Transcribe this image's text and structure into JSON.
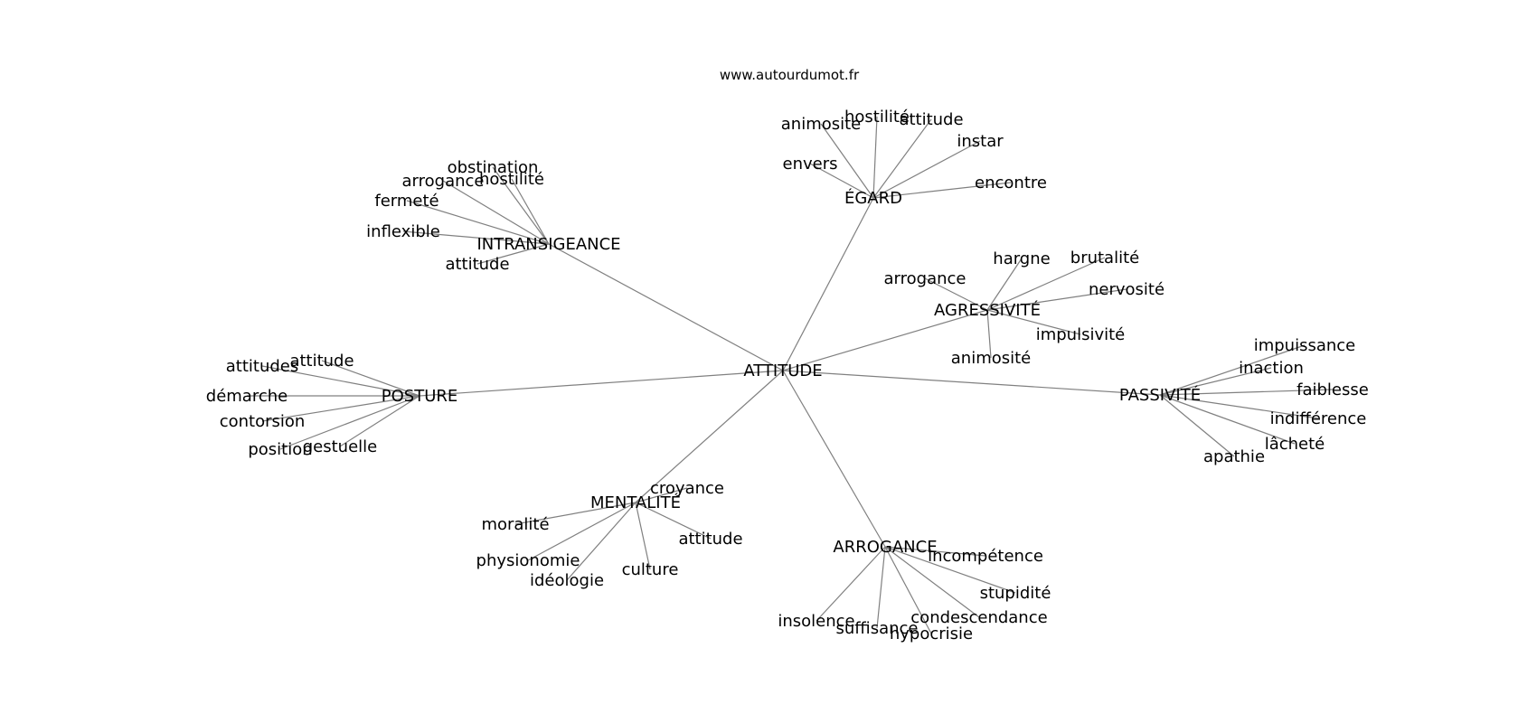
{
  "source": "www.autourdumot.fr",
  "root": "ATTITUDE",
  "groups": [
    {
      "label": "ÉGARD",
      "words": [
        "animosite",
        "hostilité",
        "attitude",
        "instar",
        "envers",
        "encontre"
      ]
    },
    {
      "label": "INTRANSIGEANCE",
      "words": [
        "obstination",
        "arrogance",
        "hostilité",
        "fermeté",
        "inflexible",
        "attitude"
      ]
    },
    {
      "label": "AGRESSIVITÉ",
      "words": [
        "hargne",
        "brutalité",
        "arrogance",
        "nervosité",
        "impulsivité",
        "animosité"
      ]
    },
    {
      "label": "POSTURE",
      "words": [
        "attitude",
        "attitudes",
        "démarche",
        "contorsion",
        "position",
        "gestuelle"
      ]
    },
    {
      "label": "PASSIVITÉ",
      "words": [
        "impuissance",
        "inaction",
        "faiblesse",
        "indifférence",
        "lâcheté",
        "apathie"
      ]
    },
    {
      "label": "MENTALITÉ",
      "words": [
        "croyance",
        "moralité",
        "attitude",
        "physionomie",
        "idéologie",
        "culture"
      ]
    },
    {
      "label": "ARROGANCE",
      "words": [
        "incompétence",
        "stupidité",
        "condescendance",
        "insolence",
        "suffisance",
        "hypocrisie"
      ]
    }
  ]
}
